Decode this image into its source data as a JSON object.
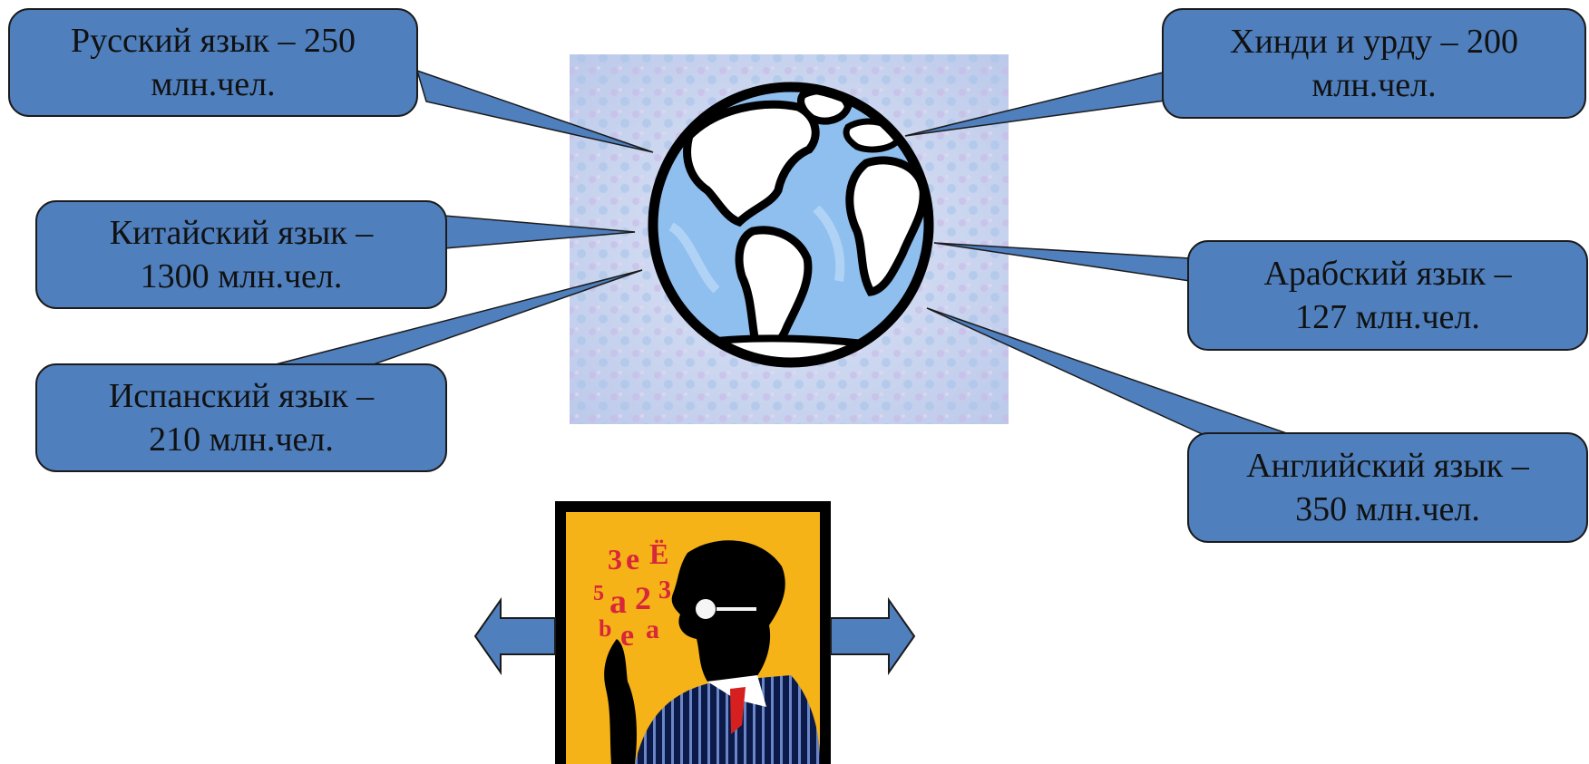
{
  "callouts": {
    "russian": {
      "line1": "Русский язык – 250",
      "line2": "млн.чел."
    },
    "hindi": {
      "line1": "Хинди и урду – 200",
      "line2": "млн.чел."
    },
    "chinese": {
      "line1": "Китайский язык –",
      "line2": "1300 млн.чел."
    },
    "arabic": {
      "line1": "Арабский язык –",
      "line2": "127 млн.чел."
    },
    "spanish": {
      "line1": "Испанский язык –",
      "line2": "210 млн.чел."
    },
    "english": {
      "line1": "Английский язык –",
      "line2": "350 млн.чел."
    }
  },
  "speaker_letters": [
    "3",
    "e",
    "Ё",
    "5",
    "a",
    "2",
    "3",
    "b",
    "e",
    "a"
  ],
  "colors": {
    "callout_fill": "#4f7fbd",
    "callout_border": "#1b1b1b",
    "globe_water": "#8fbfee",
    "speaker_bg": "#f5b318"
  }
}
